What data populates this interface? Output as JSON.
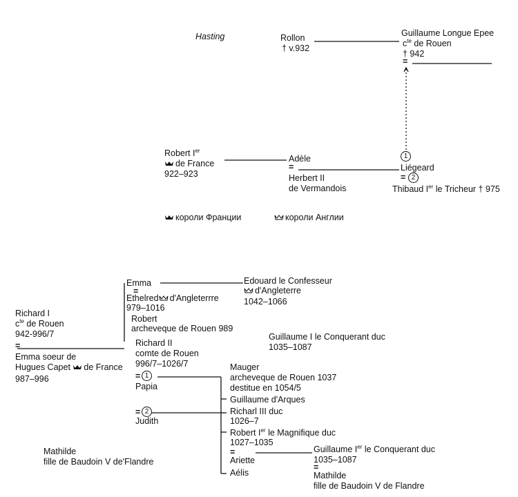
{
  "top": {
    "hasting": "Hasting",
    "rollon": "Rollon",
    "rollon_death": "† v.932",
    "guillaume_name": "Guillaume Longue Epee",
    "guillaume_title": "c",
    "guillaume_title_sup": "te",
    "guillaume_title_rest": " de Rouen",
    "guillaume_death": "† 942",
    "robert_name": "Robert I",
    "robert_sup": "er",
    "robert_title": "de France",
    "robert_years": "922–923",
    "adele": "Adèle",
    "herbert": "Herbert II",
    "herbert_title": "de Vermandois",
    "liegeard": "Liégeard",
    "circle1": "1",
    "circle2": "2",
    "thibaud_prefix": "Thibaud I",
    "thibaud_sup": "er",
    "thibaud_rest": " le Tricheur † 975",
    "eq": "="
  },
  "legend": {
    "france": "короли Франции",
    "england": "короли Англии"
  },
  "bottom": {
    "richard1": "Richard I",
    "richard1_title_c": "c",
    "richard1_title_sup": "te",
    "richard1_title_rest": " de Rouen",
    "richard1_years": "942-996/7",
    "emma_soeur": "Emma soeur de",
    "hugues": "Hugues Capet",
    "hugues_france": "de France",
    "hugues_years": "987–996",
    "emma": "Emma",
    "ethelred": "Ethelred",
    "ethelred_title": "d'Angleterrre",
    "ethelred_years": "979–1016",
    "edouard": "Edouard le Confesseur",
    "edouard_title": "d'Angleterre",
    "edouard_years": "1042–1066",
    "robert_arch": "Robert",
    "robert_arch_title": "archeveque de Rouen 989",
    "richard2": "Richard II",
    "richard2_title": "comte de Rouen",
    "richard2_years": "996/7–1026/7",
    "guillaume_mid": "Guillaume I   le Conquerant duc",
    "guillaume_mid_years": "1035–1087",
    "papia": "Papia",
    "judith": "Judith",
    "circle1": "1",
    "circle2": "2",
    "mauger": "Mauger",
    "mauger_title": "archeveque de Rouen 1037",
    "mauger_note": "destitue en 1054/5",
    "guillaume_arques": "Guillaume d'Arques",
    "richard3": "Richarl III duc",
    "richard3_years": "1026–7",
    "robert_mag_prefix": "Robert I",
    "robert_mag_sup": "er",
    "robert_mag_rest": " le Magnifique duc",
    "robert_mag_years": "1027–1035",
    "ariette": "Ariette",
    "aelis": "Aélis",
    "guillaume_conq_prefix": "Guillaume I",
    "guillaume_conq_sup": "er",
    "guillaume_conq_rest": " le Conquerant duc",
    "guillaume_conq_years": "1035–1087",
    "mathilde_right": "Mathilde",
    "mathilde_right_title": "fille de Baudoin V de Flandre",
    "mathilde_left": "Mathilde",
    "mathilde_left_title": "fille de Baudoin V de'Flandre",
    "eq": "="
  },
  "colors": {
    "ink": "#111111",
    "background": "#ffffff"
  }
}
